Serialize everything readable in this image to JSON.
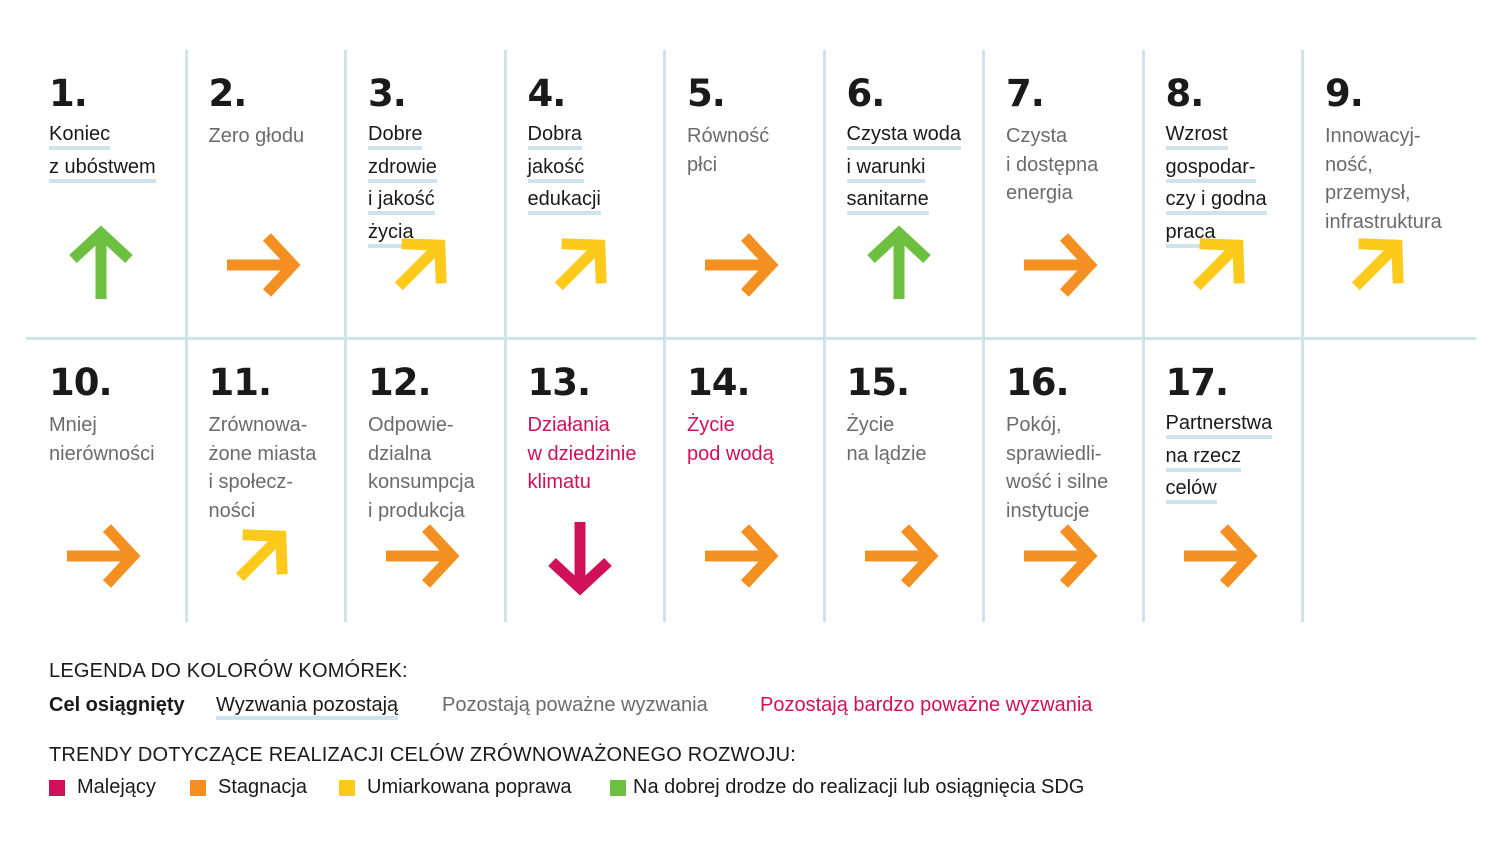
{
  "colors": {
    "decreasing": "#d1105a",
    "stagnating": "#f39021",
    "moderately_improving": "#fdc91a",
    "on_track": "#6cbf3f",
    "grid_line": "#cfe3ea"
  },
  "goals": [
    {
      "num": "1.",
      "lines": [
        "Koniec",
        "z ubóstwem"
      ],
      "status": "challenges",
      "trend": "on_track"
    },
    {
      "num": "2.",
      "lines": [
        "Zero głodu"
      ],
      "status": "significant",
      "trend": "stagnating"
    },
    {
      "num": "3.",
      "lines": [
        "Dobre",
        "zdrowie",
        "i jakość",
        "życia"
      ],
      "status": "challenges",
      "trend": "moderately_improving"
    },
    {
      "num": "4.",
      "lines": [
        "Dobra",
        "jakość",
        "edukacji"
      ],
      "status": "challenges",
      "trend": "moderately_improving"
    },
    {
      "num": "5.",
      "lines": [
        "Równość",
        "płci"
      ],
      "status": "significant",
      "trend": "stagnating"
    },
    {
      "num": "6.",
      "lines": [
        "Czysta woda",
        "i warunki",
        "sanitarne"
      ],
      "status": "challenges",
      "trend": "on_track"
    },
    {
      "num": "7.",
      "lines": [
        "Czysta",
        "i dostępna",
        "energia"
      ],
      "status": "significant",
      "trend": "stagnating"
    },
    {
      "num": "8.",
      "lines": [
        "Wzrost",
        "gospodar-",
        "czy i godna",
        "praca"
      ],
      "status": "challenges",
      "trend": "moderately_improving"
    },
    {
      "num": "9.",
      "lines": [
        "Innowacyj-",
        "ność,",
        "przemysł,",
        "infrastruktura"
      ],
      "status": "significant",
      "trend": "moderately_improving"
    },
    {
      "num": "10.",
      "lines": [
        "Mniej",
        "nierówności"
      ],
      "status": "significant",
      "trend": "stagnating"
    },
    {
      "num": "11.",
      "lines": [
        "Zrównowa-",
        "żone miasta",
        "i społecz-",
        "ności"
      ],
      "status": "significant",
      "trend": "moderately_improving"
    },
    {
      "num": "12.",
      "lines": [
        "Odpowie-",
        "dzialna",
        "konsumpcja",
        "i produkcja"
      ],
      "status": "significant",
      "trend": "stagnating"
    },
    {
      "num": "13.",
      "lines": [
        "Działania",
        "w dziedzinie",
        "klimatu"
      ],
      "status": "major",
      "trend": "decreasing"
    },
    {
      "num": "14.",
      "lines": [
        "Życie",
        "pod wodą"
      ],
      "status": "major",
      "trend": "stagnating"
    },
    {
      "num": "15.",
      "lines": [
        "Życie",
        "na lądzie"
      ],
      "status": "significant",
      "trend": "stagnating"
    },
    {
      "num": "16.",
      "lines": [
        "Pokój,",
        "sprawiedli-",
        "wość i silne",
        "instytucje"
      ],
      "status": "significant",
      "trend": "stagnating"
    },
    {
      "num": "17.",
      "lines": [
        "Partnerstwa",
        "na rzecz",
        "celów"
      ],
      "status": "challenges",
      "trend": "stagnating"
    }
  ],
  "legend": {
    "cell_colors_title": "LEGENDA DO KOLORÓW KOMÓREK:",
    "cell_colors": [
      {
        "key": "achieved",
        "label": "Cel osiągnięty"
      },
      {
        "key": "challenges",
        "label": "Wyzwania pozostają"
      },
      {
        "key": "significant",
        "label": "Pozostają poważne wyzwania"
      },
      {
        "key": "major",
        "label": "Pozostają bardzo poważne wyzwania"
      }
    ],
    "trends_title": "TRENDY DOTYCZĄCE REALIZACJI CELÓW ZRÓWNOWAŻONEGO ROZWOJU:",
    "trends": [
      {
        "key": "decreasing",
        "label": "Malejący"
      },
      {
        "key": "stagnating",
        "label": "Stagnacja"
      },
      {
        "key": "moderately_improving",
        "label": "Umiarkowana poprawa"
      },
      {
        "key": "on_track",
        "label": "Na dobrej drodze do realizacji lub osiągnięcia SDG"
      }
    ]
  }
}
